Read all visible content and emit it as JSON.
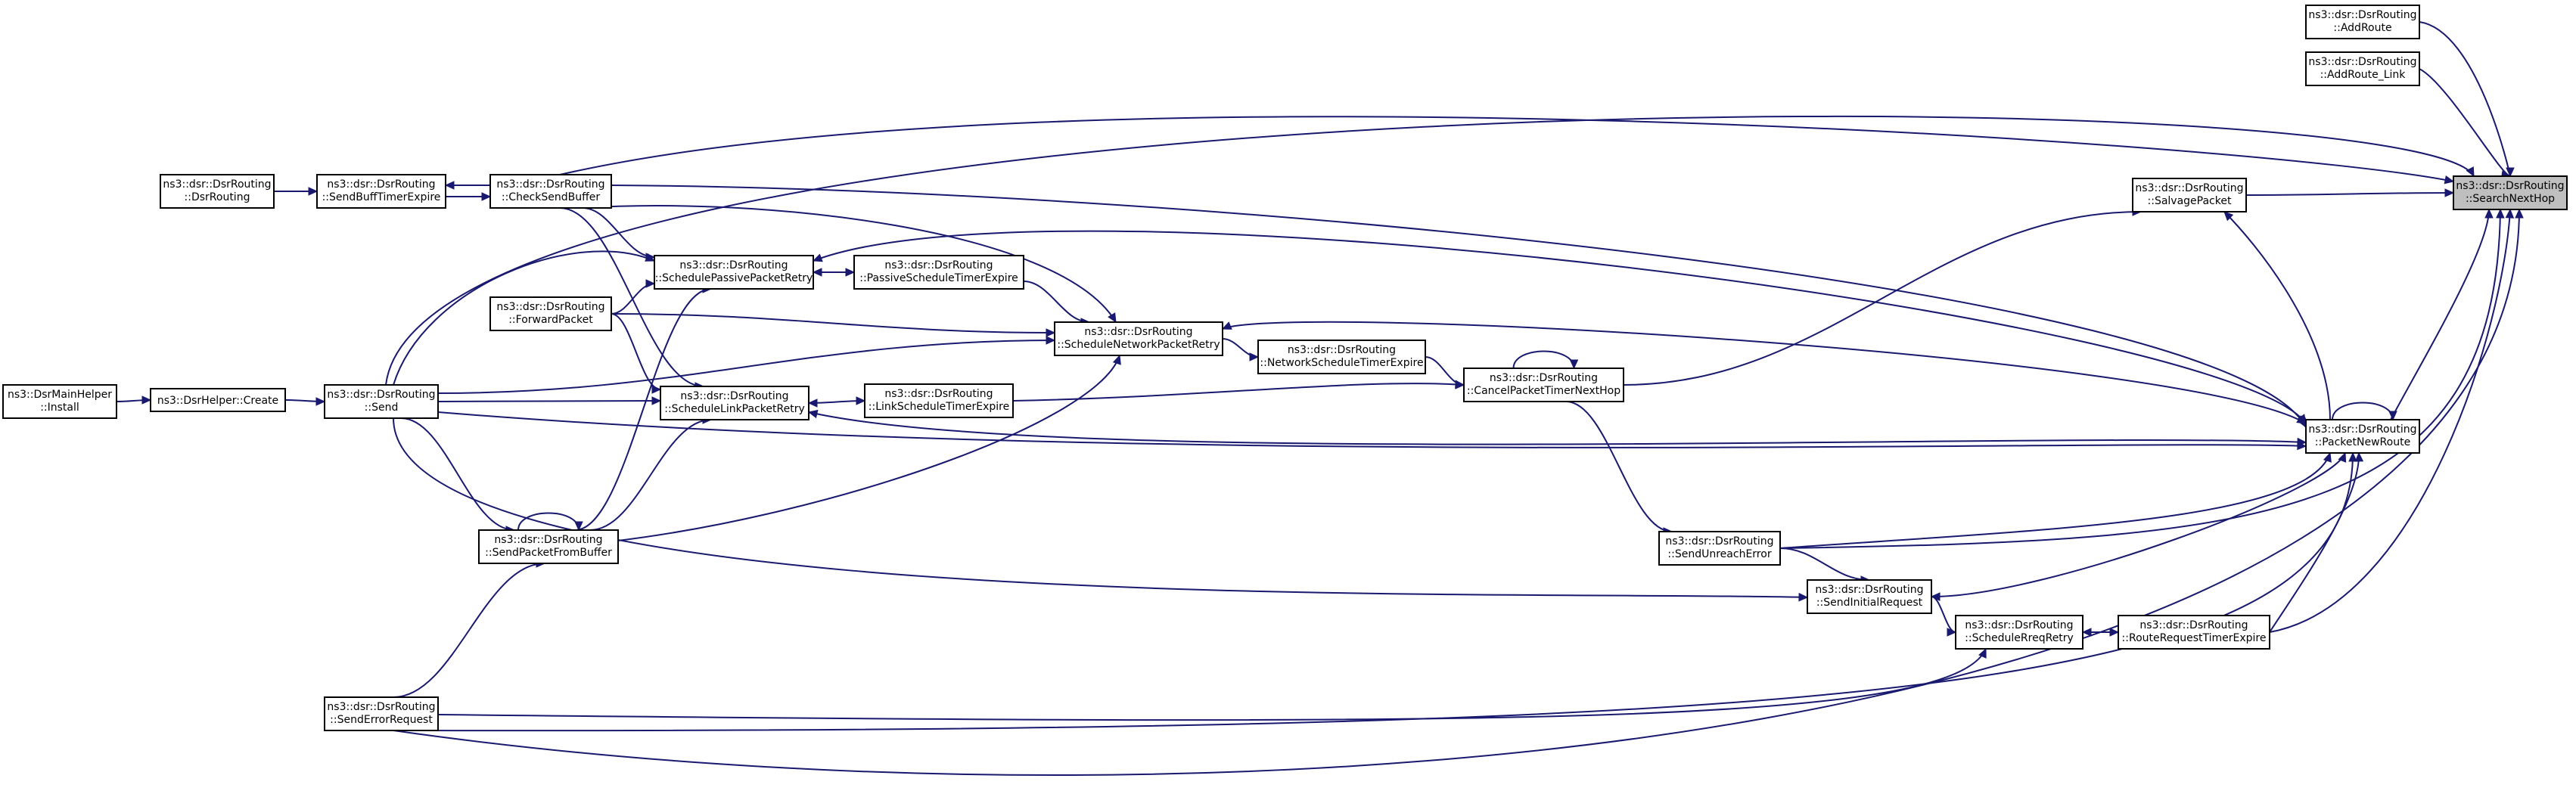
{
  "nodes": [
    {
      "id": "searchNextHop",
      "line1": "ns3::dsr::DsrRouting",
      "line2": "::SearchNextHop",
      "root": true
    },
    {
      "id": "addRoute",
      "line1": "ns3::dsr::DsrRouting",
      "line2": "::AddRoute"
    },
    {
      "id": "addRouteLink",
      "line1": "ns3::dsr::DsrRouting",
      "line2": "::AddRoute_Link"
    },
    {
      "id": "salvagePacket",
      "line1": "ns3::dsr::DsrRouting",
      "line2": "::SalvagePacket"
    },
    {
      "id": "packetNewRoute",
      "line1": "ns3::dsr::DsrRouting",
      "line2": "::PacketNewRoute"
    },
    {
      "id": "routeRequestTimerExpire",
      "line1": "ns3::dsr::DsrRouting",
      "line2": "::RouteRequestTimerExpire"
    },
    {
      "id": "scheduleRreqRetry",
      "line1": "ns3::dsr::DsrRouting",
      "line2": "::ScheduleRreqRetry"
    },
    {
      "id": "sendInitialRequest",
      "line1": "ns3::dsr::DsrRouting",
      "line2": "::SendInitialRequest"
    },
    {
      "id": "sendUnreachError",
      "line1": "ns3::dsr::DsrRouting",
      "line2": "::SendUnreachError"
    },
    {
      "id": "cancelPacketTimerNextHop",
      "line1": "ns3::dsr::DsrRouting",
      "line2": "::CancelPacketTimerNextHop"
    },
    {
      "id": "networkScheduleTimerExpire",
      "line1": "ns3::dsr::DsrRouting",
      "line2": "::NetworkScheduleTimerExpire"
    },
    {
      "id": "scheduleNetworkPacketRetry",
      "line1": "ns3::dsr::DsrRouting",
      "line2": "::ScheduleNetworkPacketRetry"
    },
    {
      "id": "passiveScheduleTimerExpire",
      "line1": "ns3::dsr::DsrRouting",
      "line2": "::PassiveScheduleTimerExpire"
    },
    {
      "id": "linkScheduleTimerExpire",
      "line1": "ns3::dsr::DsrRouting",
      "line2": "::LinkScheduleTimerExpire"
    },
    {
      "id": "schedulePassivePacketRetry",
      "line1": "ns3::dsr::DsrRouting",
      "line2": "::SchedulePassivePacketRetry"
    },
    {
      "id": "scheduleLinkPacketRetry",
      "line1": "ns3::dsr::DsrRouting",
      "line2": "::ScheduleLinkPacketRetry"
    },
    {
      "id": "checkSendBuffer",
      "line1": "ns3::dsr::DsrRouting",
      "line2": "::CheckSendBuffer"
    },
    {
      "id": "forwardPacket",
      "line1": "ns3::dsr::DsrRouting",
      "line2": "::ForwardPacket"
    },
    {
      "id": "sendPacketFromBuffer",
      "line1": "ns3::dsr::DsrRouting",
      "line2": "::SendPacketFromBuffer"
    },
    {
      "id": "send",
      "line1": "ns3::dsr::DsrRouting",
      "line2": "::Send"
    },
    {
      "id": "sendErrorRequest",
      "line1": "ns3::dsr::DsrRouting",
      "line2": "::SendErrorRequest"
    },
    {
      "id": "sendBuffTimerExpire",
      "line1": "ns3::dsr::DsrRouting",
      "line2": "::SendBuffTimerExpire"
    },
    {
      "id": "dsrRouting",
      "line1": "ns3::dsr::DsrRouting",
      "line2": "::DsrRouting"
    },
    {
      "id": "create",
      "line1": "ns3::DsrHelper::Create",
      "line2": ""
    },
    {
      "id": "install",
      "line1": "ns3::DsrMainHelper",
      "line2": "::Install"
    }
  ],
  "edges": [
    {
      "from": "addRoute",
      "to": "searchNextHop"
    },
    {
      "from": "addRouteLink",
      "to": "searchNextHop"
    },
    {
      "from": "salvagePacket",
      "to": "searchNextHop"
    },
    {
      "from": "packetNewRoute",
      "to": "searchNextHop"
    },
    {
      "from": "routeRequestTimerExpire",
      "to": "searchNextHop"
    },
    {
      "from": "sendUnreachError",
      "to": "searchNextHop"
    },
    {
      "from": "checkSendBuffer",
      "to": "searchNextHop"
    },
    {
      "from": "send",
      "to": "searchNextHop"
    },
    {
      "from": "sendErrorRequest",
      "to": "searchNextHop"
    },
    {
      "from": "packetNewRoute",
      "to": "salvagePacket"
    },
    {
      "from": "cancelPacketTimerNextHop",
      "to": "salvagePacket"
    },
    {
      "from": "packetNewRoute",
      "to": "packetNewRoute"
    },
    {
      "from": "routeRequestTimerExpire",
      "to": "packetNewRoute"
    },
    {
      "from": "sendInitialRequest",
      "to": "packetNewRoute"
    },
    {
      "from": "sendUnreachError",
      "to": "packetNewRoute"
    },
    {
      "from": "scheduleNetworkPacketRetry",
      "to": "packetNewRoute"
    },
    {
      "from": "schedulePassivePacketRetry",
      "to": "packetNewRoute"
    },
    {
      "from": "scheduleLinkPacketRetry",
      "to": "packetNewRoute"
    },
    {
      "from": "checkSendBuffer",
      "to": "packetNewRoute"
    },
    {
      "from": "send",
      "to": "packetNewRoute"
    },
    {
      "from": "sendErrorRequest",
      "to": "packetNewRoute"
    },
    {
      "from": "scheduleRreqRetry",
      "to": "routeRequestTimerExpire"
    },
    {
      "from": "sendInitialRequest",
      "to": "scheduleRreqRetry"
    },
    {
      "from": "sendErrorRequest",
      "to": "scheduleRreqRetry"
    },
    {
      "from": "sendUnreachError",
      "to": "sendInitialRequest"
    },
    {
      "from": "send",
      "to": "sendInitialRequest"
    },
    {
      "from": "cancelPacketTimerNextHop",
      "to": "sendUnreachError"
    },
    {
      "from": "cancelPacketTimerNextHop",
      "to": "cancelPacketTimerNextHop"
    },
    {
      "from": "networkScheduleTimerExpire",
      "to": "cancelPacketTimerNextHop"
    },
    {
      "from": "linkScheduleTimerExpire",
      "to": "cancelPacketTimerNextHop"
    },
    {
      "from": "scheduleNetworkPacketRetry",
      "to": "networkScheduleTimerExpire"
    },
    {
      "from": "networkScheduleTimerExpire",
      "to": "scheduleNetworkPacketRetry"
    },
    {
      "from": "passiveScheduleTimerExpire",
      "to": "scheduleNetworkPacketRetry"
    },
    {
      "from": "checkSendBuffer",
      "to": "scheduleNetworkPacketRetry"
    },
    {
      "from": "forwardPacket",
      "to": "scheduleNetworkPacketRetry"
    },
    {
      "from": "send",
      "to": "scheduleNetworkPacketRetry"
    },
    {
      "from": "sendPacketFromBuffer",
      "to": "scheduleNetworkPacketRetry"
    },
    {
      "from": "schedulePassivePacketRetry",
      "to": "passiveScheduleTimerExpire"
    },
    {
      "from": "passiveScheduleTimerExpire",
      "to": "schedulePassivePacketRetry"
    },
    {
      "from": "scheduleLinkPacketRetry",
      "to": "linkScheduleTimerExpire"
    },
    {
      "from": "linkScheduleTimerExpire",
      "to": "scheduleLinkPacketRetry"
    },
    {
      "from": "checkSendBuffer",
      "to": "schedulePassivePacketRetry"
    },
    {
      "from": "forwardPacket",
      "to": "schedulePassivePacketRetry"
    },
    {
      "from": "send",
      "to": "schedulePassivePacketRetry"
    },
    {
      "from": "sendPacketFromBuffer",
      "to": "schedulePassivePacketRetry"
    },
    {
      "from": "checkSendBuffer",
      "to": "scheduleLinkPacketRetry"
    },
    {
      "from": "forwardPacket",
      "to": "scheduleLinkPacketRetry"
    },
    {
      "from": "send",
      "to": "scheduleLinkPacketRetry"
    },
    {
      "from": "sendPacketFromBuffer",
      "to": "scheduleLinkPacketRetry"
    },
    {
      "from": "sendBuffTimerExpire",
      "to": "checkSendBuffer"
    },
    {
      "from": "checkSendBuffer",
      "to": "sendBuffTimerExpire"
    },
    {
      "from": "dsrRouting",
      "to": "sendBuffTimerExpire"
    },
    {
      "from": "send",
      "to": "sendPacketFromBuffer"
    },
    {
      "from": "sendPacketFromBuffer",
      "to": "sendPacketFromBuffer"
    },
    {
      "from": "sendErrorRequest",
      "to": "sendPacketFromBuffer"
    },
    {
      "from": "create",
      "to": "send"
    },
    {
      "from": "install",
      "to": "create"
    }
  ]
}
